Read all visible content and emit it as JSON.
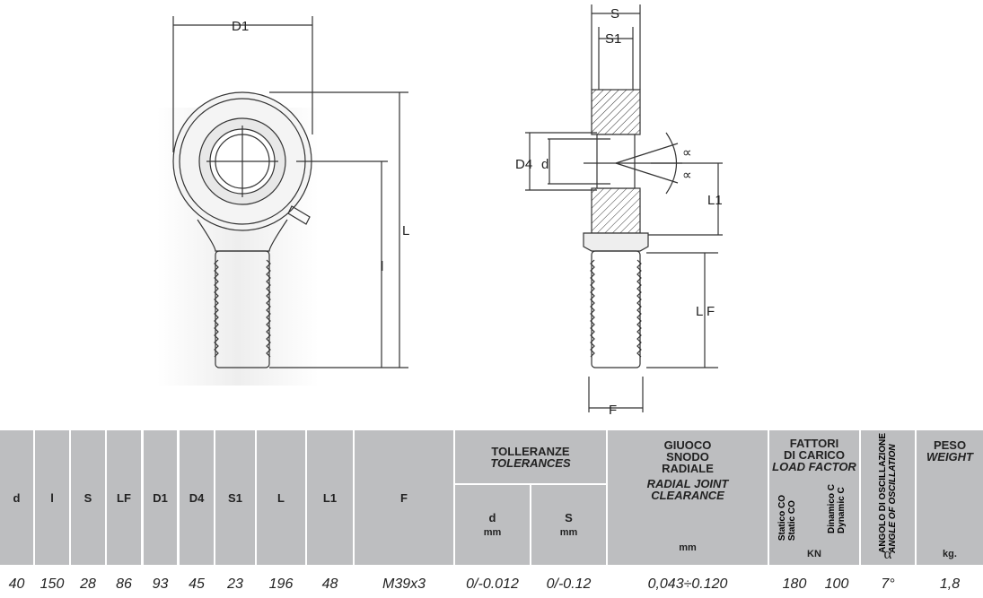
{
  "drawing": {
    "labels": {
      "D1": "D1",
      "L": "L",
      "l": "l",
      "S": "S",
      "S1": "S1",
      "D4": "D4",
      "d": "d",
      "alpha": "∝",
      "L1": "L1",
      "LF": "L F",
      "F": "F"
    }
  },
  "table": {
    "headers": [
      "d",
      "l",
      "S",
      "LF",
      "D1",
      "D4",
      "S1",
      "L",
      "L1",
      "F"
    ],
    "tolerances": {
      "it": "TOLLERANZE",
      "en": "TOLERANCES",
      "d": "d",
      "s": "S",
      "unit": "mm"
    },
    "clearance": {
      "l1": "GIUOCO",
      "l2": "SNODO",
      "l3": "RADIALE",
      "en1": "RADIAL JOINT",
      "en2": "CLEARANCE",
      "unit": "mm"
    },
    "load": {
      "l1": "FATTORI",
      "l2": "DI CARICO",
      "en": "LOAD FACTOR",
      "static_it": "Statico CO",
      "static_en": "Static CO",
      "dyn_it": "Dinamico C",
      "dyn_en": "Dynamic C",
      "unit": "KN"
    },
    "angle": {
      "it": "ANGOLO DI OSCILLAZIONE",
      "en": "ANGLE OF OSCILLATION",
      "symbol": "α"
    },
    "weight": {
      "it": "PESO",
      "en": "WEIGHT",
      "unit": "kg."
    },
    "row": [
      "40",
      "150",
      "28",
      "86",
      "93",
      "45",
      "23",
      "196",
      "48",
      "M39x3",
      "0/-0.012",
      "0/-0.12",
      "0,043÷0.120",
      "180",
      "100",
      "7°",
      "1,8"
    ]
  }
}
